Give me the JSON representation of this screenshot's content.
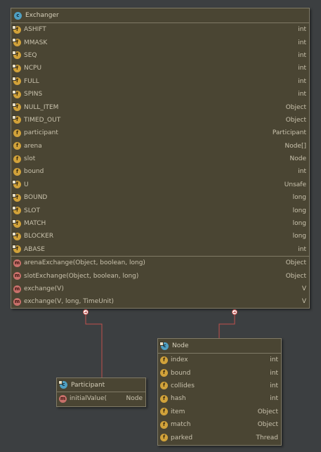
{
  "exchanger": {
    "title": "Exchanger",
    "fields": [
      {
        "name": "ASHIFT",
        "type": "int"
      },
      {
        "name": "MMASK",
        "type": "int"
      },
      {
        "name": "SEQ",
        "type": "int"
      },
      {
        "name": "NCPU",
        "type": "int"
      },
      {
        "name": "FULL",
        "type": "int"
      },
      {
        "name": "SPINS",
        "type": "int"
      },
      {
        "name": "NULL_ITEM",
        "type": "Object"
      },
      {
        "name": "TIMED_OUT",
        "type": "Object"
      },
      {
        "name": "participant",
        "type": "Participant"
      },
      {
        "name": "arena",
        "type": "Node[]"
      },
      {
        "name": "slot",
        "type": "Node"
      },
      {
        "name": "bound",
        "type": "int"
      },
      {
        "name": "U",
        "type": "Unsafe"
      },
      {
        "name": "BOUND",
        "type": "long"
      },
      {
        "name": "SLOT",
        "type": "long"
      },
      {
        "name": "MATCH",
        "type": "long"
      },
      {
        "name": "BLOCKER",
        "type": "long"
      },
      {
        "name": "ABASE",
        "type": "int"
      }
    ],
    "methods": [
      {
        "name": "arenaExchange(Object, boolean, long)",
        "type": "Object"
      },
      {
        "name": "slotExchange(Object, boolean, long)",
        "type": "Object"
      },
      {
        "name": "exchange(V)",
        "type": "V"
      },
      {
        "name": "exchange(V, long, TimeUnit)",
        "type": "V"
      }
    ]
  },
  "participant": {
    "title": "Participant",
    "methods": [
      {
        "name": "initialValue(",
        "type": "Node"
      }
    ]
  },
  "node": {
    "title": "Node",
    "fields": [
      {
        "name": "index",
        "type": "int"
      },
      {
        "name": "bound",
        "type": "int"
      },
      {
        "name": "collides",
        "type": "int"
      },
      {
        "name": "hash",
        "type": "int"
      },
      {
        "name": "item",
        "type": "Object"
      },
      {
        "name": "match",
        "type": "Object"
      },
      {
        "name": "parked",
        "type": "Thread"
      }
    ]
  },
  "icons": {
    "class_icon": "class-icon",
    "field_icon": "field-icon",
    "method_icon": "method-icon",
    "inner_class_icon": "inner-class-icon"
  },
  "colors": {
    "background": "#3c3f41",
    "box_fill": "#4a4533",
    "box_border": "#807a66",
    "connector": "#c0504d",
    "field_icon": "#d1a23a",
    "method_icon": "#c8706a",
    "class_icon": "#4f9fc2"
  }
}
